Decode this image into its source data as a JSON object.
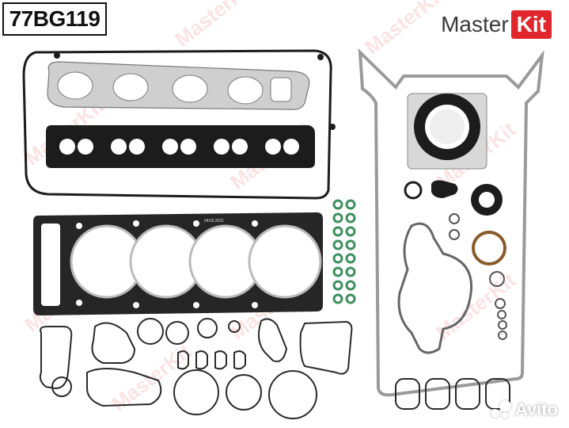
{
  "product": {
    "part_number": "77BG119"
  },
  "brand": {
    "name_word": "Master",
    "name_box": "Kit",
    "accent_color": "#e0262c"
  },
  "watermark": {
    "text": "MasterKit",
    "color": "#e0262c"
  },
  "head_gasket_stamp": {
    "text": "04/26.2021"
  },
  "marketplace": {
    "name": "Avito"
  },
  "colors": {
    "gasket_dark": "#1c1c1c",
    "gasket_gray": "#bfbfbf",
    "green_ring": "#3f8f5f",
    "background": "#ffffff"
  }
}
